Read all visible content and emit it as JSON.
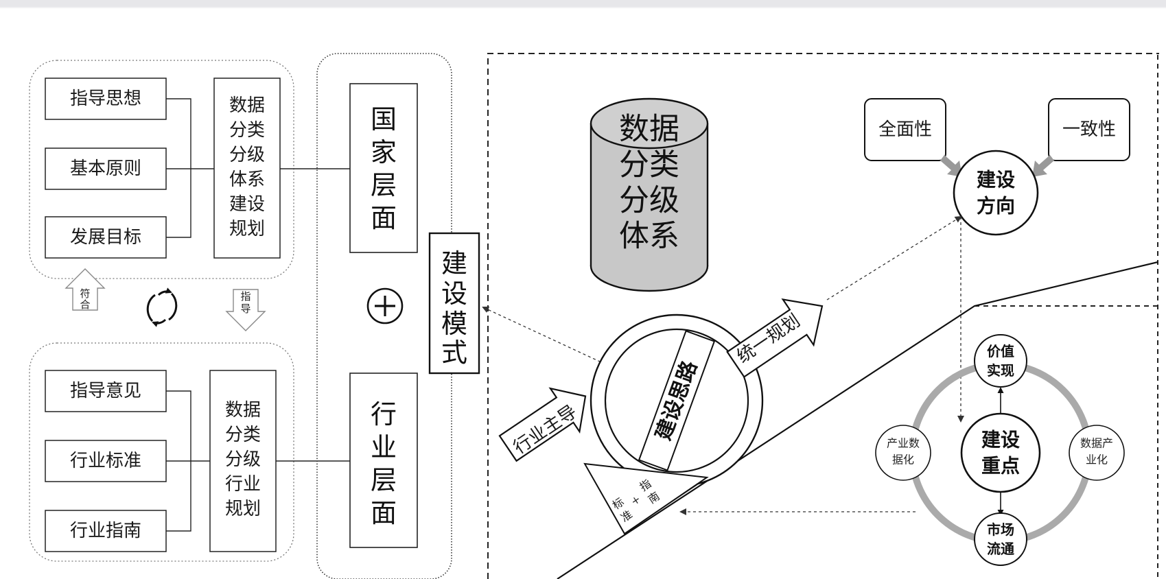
{
  "national": {
    "inputs": [
      "指导思想",
      "基本原则",
      "发展目标"
    ],
    "plan": [
      "数",
      "据",
      "分",
      "类",
      "分",
      "级",
      "体",
      "系",
      "建",
      "设",
      "规",
      "划"
    ],
    "plan_lines": [
      "数据",
      "分类",
      "分级",
      "体系",
      "建设",
      "规划"
    ],
    "level_label": [
      "国",
      "家",
      "层",
      "面"
    ]
  },
  "industry": {
    "inputs": [
      "指导意见",
      "行业标准",
      "行业指南"
    ],
    "plan_lines": [
      "数据",
      "分类",
      "分级",
      "行业",
      "规划"
    ],
    "level_label": [
      "行",
      "业",
      "层",
      "面"
    ]
  },
  "arrows": {
    "conform": [
      "符",
      "合"
    ],
    "guide": [
      "指",
      "导"
    ]
  },
  "mode_label": [
    "建",
    "设",
    "模",
    "式"
  ],
  "cylinder_lines": [
    "数据",
    "分类",
    "分级",
    "体系"
  ],
  "direction": {
    "left": "全面性",
    "right": "一致性",
    "center": [
      "建设",
      "方向"
    ]
  },
  "thinking": {
    "wheel": "建设思路",
    "lead": "行业主导",
    "unify": "统一规划",
    "wedge": [
      "标",
      "准",
      "+",
      "指",
      "南"
    ]
  },
  "focus": {
    "center": [
      "建设",
      "重点"
    ],
    "top": [
      "价值",
      "实现"
    ],
    "bottom": [
      "市场",
      "流通"
    ],
    "left": [
      "产业数",
      "据化"
    ],
    "right": [
      "数据产",
      "业化"
    ]
  }
}
